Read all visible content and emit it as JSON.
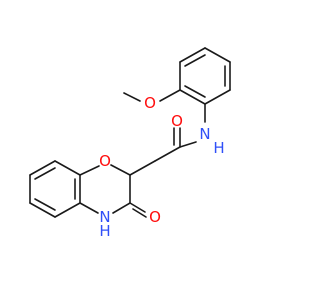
{
  "molecule": {
    "atoms": {
      "o_methoxy": {
        "text": "O",
        "color": "#ff0d0d"
      },
      "o_amide": {
        "text": "O",
        "color": "#ff0d0d"
      },
      "n_amide": {
        "text": "N",
        "color": "#3050f8"
      },
      "h_amide": {
        "text": "H",
        "color": "#3050f8"
      },
      "o_ring": {
        "text": "O",
        "color": "#ff0d0d"
      },
      "n_ring": {
        "text": "N",
        "color": "#3050f8"
      },
      "h_ring": {
        "text": "H",
        "color": "#3050f8"
      },
      "o_keto": {
        "text": "O",
        "color": "#ff0d0d"
      }
    },
    "bond_color": "#1a1a1a"
  }
}
